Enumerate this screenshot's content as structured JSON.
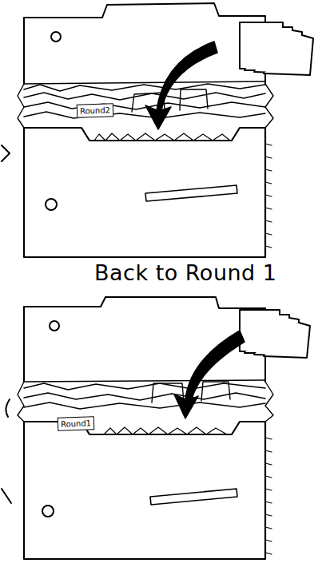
{
  "diagram": {
    "nodes": [
      {
        "text": [
          "Round2"
        ]
      },
      {
        "text": [
          "Round1"
        ]
      }
    ],
    "labels": [
      "Back to Round 1"
    ]
  }
}
